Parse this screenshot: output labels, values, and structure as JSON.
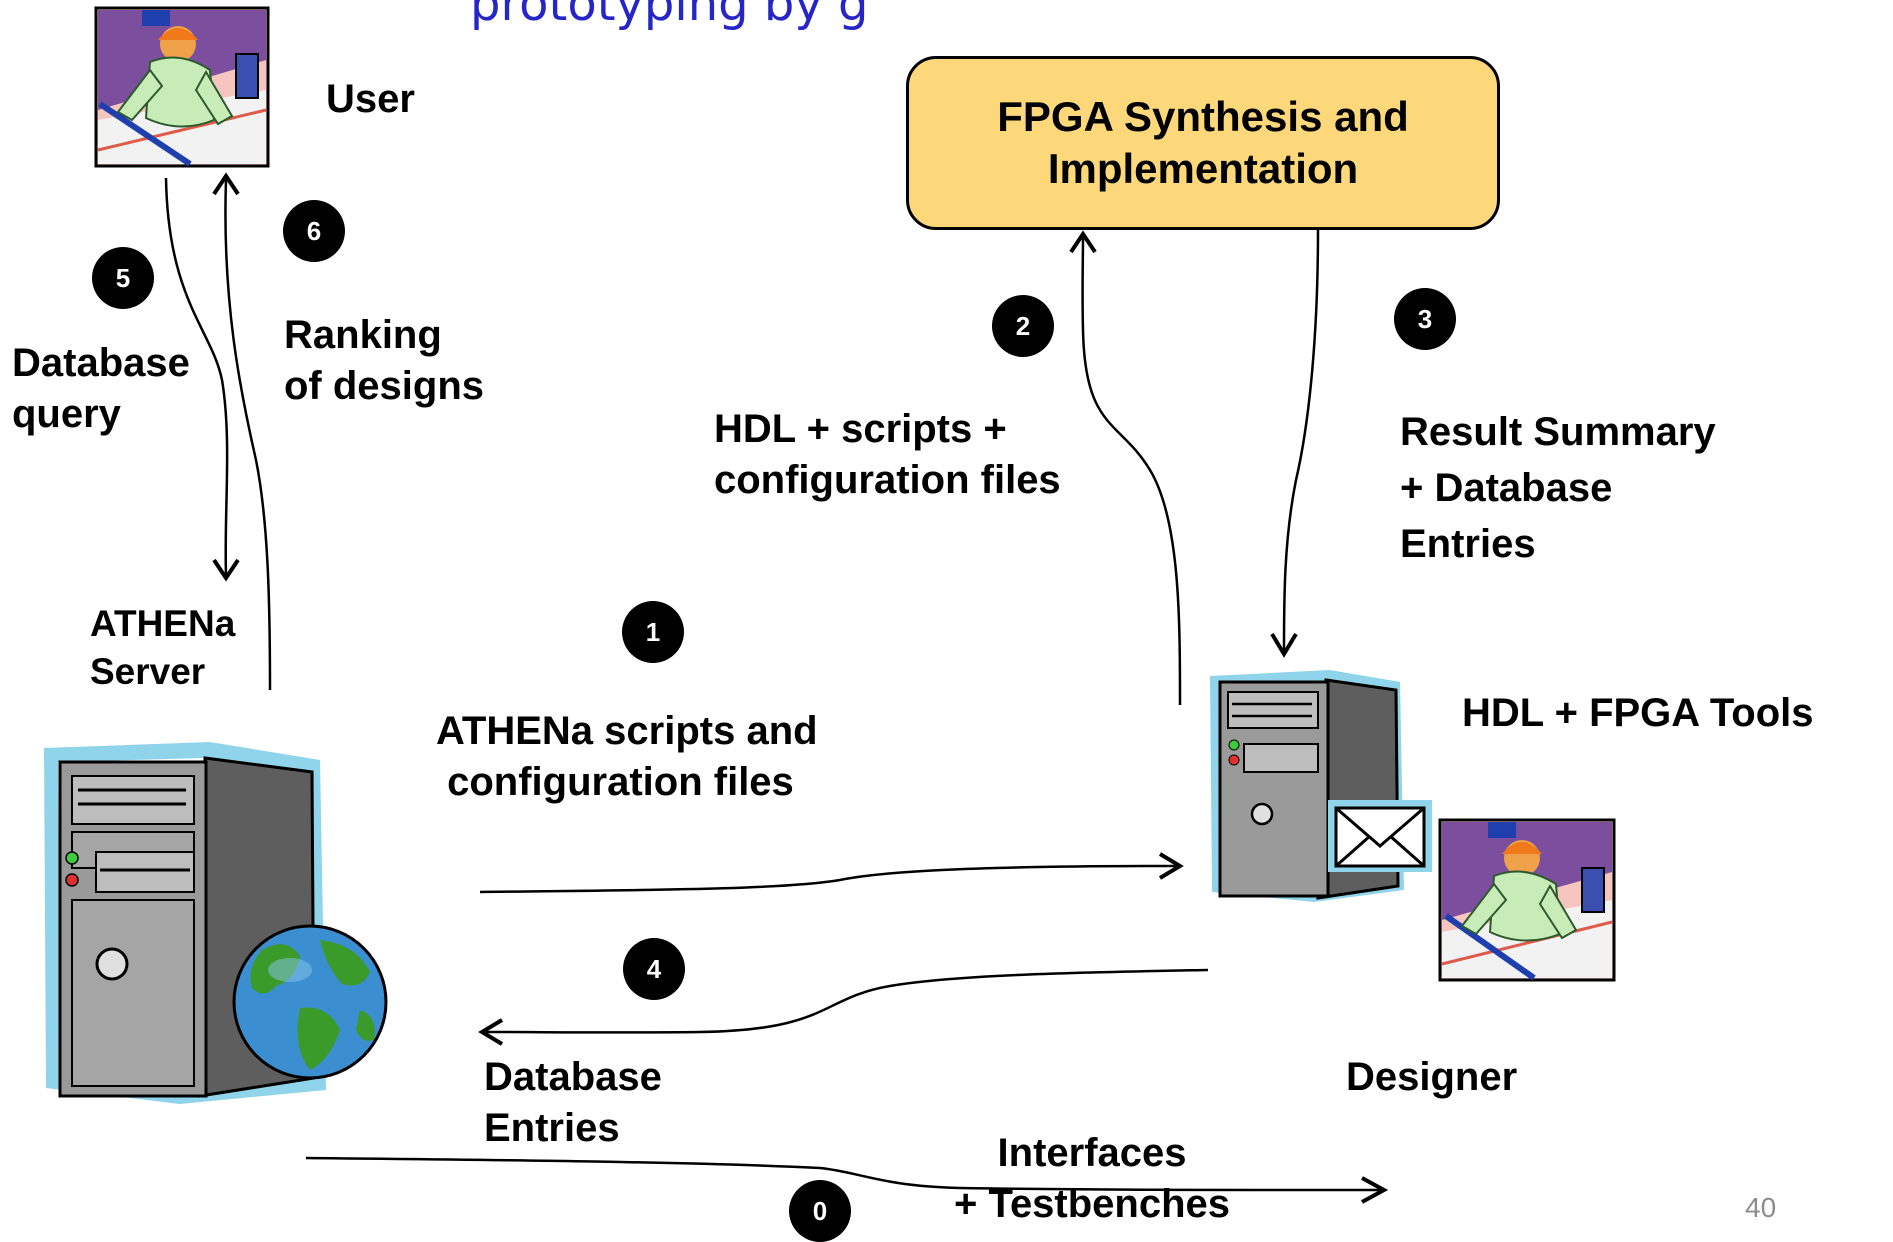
{
  "heading": "prototyping by g",
  "page_number": "40",
  "nodes": {
    "user": "User",
    "fpga": "FPGA Synthesis and\nImplementation",
    "athena_server": "ATHENa\nServer",
    "hdl_tools": "HDL + FPGA Tools",
    "designer": "Designer"
  },
  "flows": [
    {
      "step": "0",
      "label": "Interfaces\n+ Testbenches"
    },
    {
      "step": "1",
      "label": "ATHENa scripts and\n configuration files"
    },
    {
      "step": "2",
      "label": "HDL + scripts +\nconfiguration files"
    },
    {
      "step": "3",
      "label": "Result Summary\n+ Database\nEntries"
    },
    {
      "step": "4",
      "label": "Database\nEntries"
    },
    {
      "step": "5",
      "label": "Database\nquery"
    },
    {
      "step": "6",
      "label": "Ranking\nof designs"
    }
  ],
  "colors": {
    "fpga_box": "#fdd87a",
    "heading": "#2626c8",
    "server_outline": "#7fd0e8"
  },
  "icons": [
    "user-clipart-icon",
    "designer-clipart-icon",
    "server-icon",
    "globe-icon",
    "envelope-icon"
  ]
}
